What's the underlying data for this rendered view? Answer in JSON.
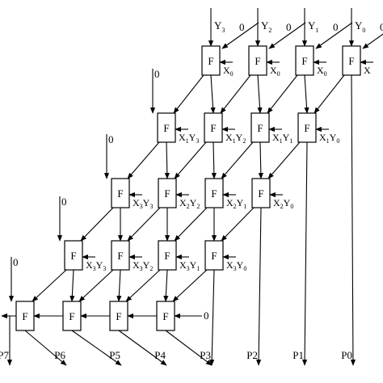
{
  "block_label": "F",
  "top_inputs": [
    {
      "y": "Y",
      "y_sub": "3",
      "c": "0"
    },
    {
      "y": "Y",
      "y_sub": "2",
      "c": "0"
    },
    {
      "y": "Y",
      "y_sub": "1",
      "c": "0"
    },
    {
      "y": "Y",
      "y_sub": "0",
      "c": "0"
    }
  ],
  "carry_zero": "0",
  "cell_labels": [
    [
      {
        "a": "X",
        "a_sub": "0",
        "b": "",
        "b_sub": ""
      },
      {
        "a": "X",
        "a_sub": "0",
        "b": "",
        "b_sub": ""
      },
      {
        "a": "X",
        "a_sub": "0",
        "b": "",
        "b_sub": ""
      },
      {
        "a": "X",
        "a_sub": "",
        "b": "",
        "b_sub": ""
      }
    ],
    [
      {
        "a": "X",
        "a_sub": "1",
        "b": "Y",
        "b_sub": "3"
      },
      {
        "a": "X",
        "a_sub": "1",
        "b": "Y",
        "b_sub": "2"
      },
      {
        "a": "X",
        "a_sub": "1",
        "b": "Y",
        "b_sub": "1"
      },
      {
        "a": "X",
        "a_sub": "1",
        "b": "Y",
        "b_sub": "0"
      }
    ],
    [
      {
        "a": "X",
        "a_sub": "3",
        "b": "Y",
        "b_sub": "3"
      },
      {
        "a": "X",
        "a_sub": "2",
        "b": "Y",
        "b_sub": "2"
      },
      {
        "a": "X",
        "a_sub": "2",
        "b": "Y",
        "b_sub": "1"
      },
      {
        "a": "X",
        "a_sub": "2",
        "b": "Y",
        "b_sub": "0"
      }
    ],
    [
      {
        "a": "X",
        "a_sub": "3",
        "b": "Y",
        "b_sub": "3"
      },
      {
        "a": "X",
        "a_sub": "3",
        "b": "Y",
        "b_sub": "2"
      },
      {
        "a": "X",
        "a_sub": "3",
        "b": "Y",
        "b_sub": "1"
      },
      {
        "a": "X",
        "a_sub": "3",
        "b": "Y",
        "b_sub": "0"
      }
    ]
  ],
  "bottom_row_input": "0",
  "outputs": [
    "P7",
    "P6",
    "P5",
    "P4",
    "P3",
    "P2",
    "P1",
    "P0"
  ]
}
